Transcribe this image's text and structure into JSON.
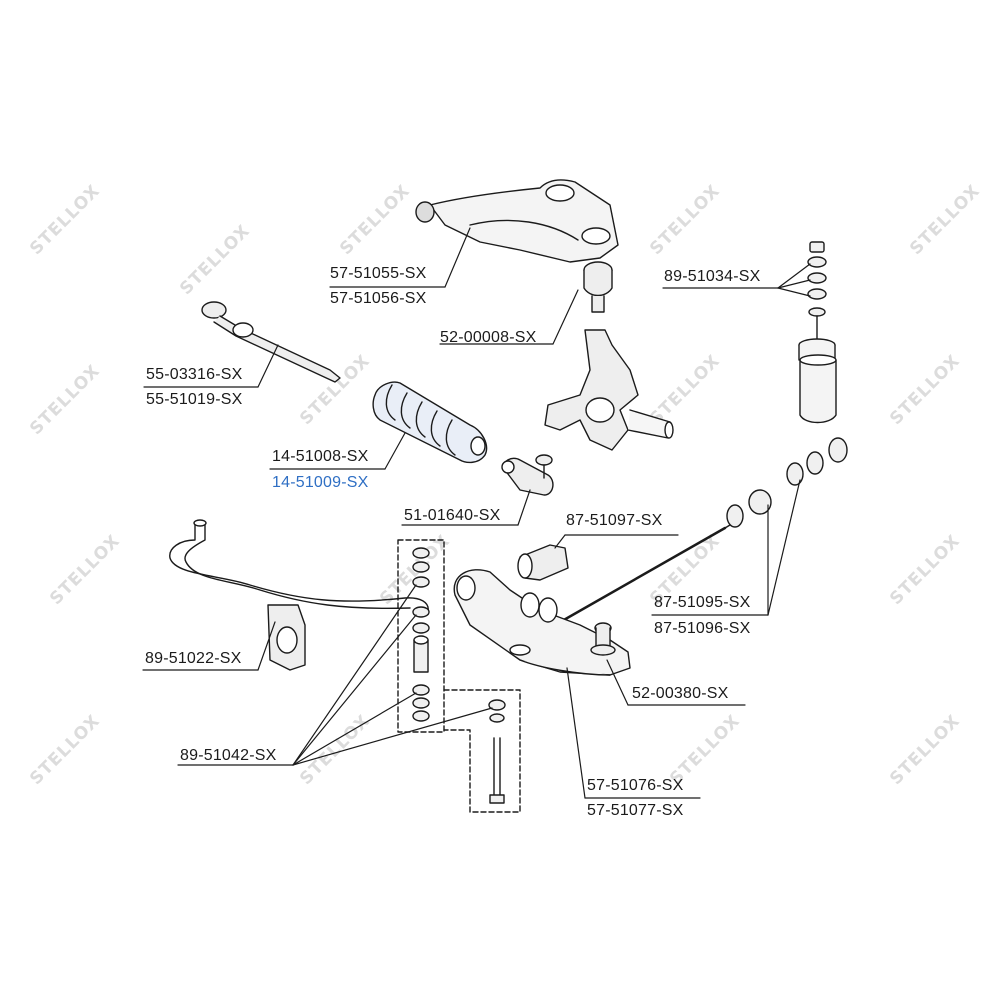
{
  "watermark": {
    "text": "STELLOX"
  },
  "colors": {
    "line": "#1b1b1b",
    "highlight": "#2f6fc4",
    "watermark": "#dcdcdc"
  },
  "labels": {
    "p57_51055": "57-51055-SX",
    "p57_51056": "57-51056-SX",
    "p52_00008": "52-00008-SX",
    "p89_51034": "89-51034-SX",
    "p55_03316": "55-03316-SX",
    "p55_51019": "55-51019-SX",
    "p14_51008": "14-51008-SX",
    "p14_51009": "14-51009-SX",
    "p51_01640": "51-01640-SX",
    "p87_51097": "87-51097-SX",
    "p87_51095": "87-51095-SX",
    "p87_51096": "87-51096-SX",
    "p89_51022": "89-51022-SX",
    "p52_00380": "52-00380-SX",
    "p89_51042": "89-51042-SX",
    "p57_51076": "57-51076-SX",
    "p57_51077": "57-51077-SX"
  }
}
